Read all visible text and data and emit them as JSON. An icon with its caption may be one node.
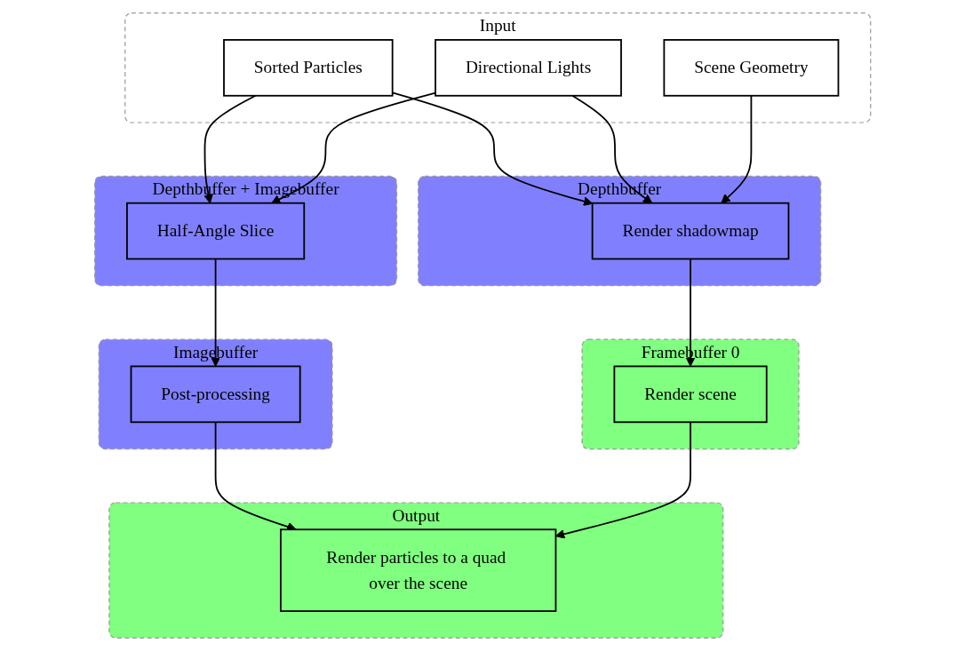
{
  "diagram": {
    "nodes": [
      {
        "text": [
          "Input"
        ]
      },
      {
        "text": [
          "Sorted Particles"
        ],
        "in": 0
      },
      {
        "text": [
          "Directional Lights"
        ],
        "in": 0
      },
      {
        "text": [
          "Scene Geometry"
        ],
        "in": 0
      },
      {
        "text": [
          "Depthbuffer + Imagebuffer"
        ]
      },
      {
        "text": [
          "Half-Angle Slice"
        ],
        "in": 4
      },
      {
        "text": [
          "Depthbuffer"
        ]
      },
      {
        "text": [
          "Render shadowmap"
        ],
        "in": 6
      },
      {
        "text": [
          "Imagebuffer"
        ]
      },
      {
        "text": [
          "Post-processing"
        ],
        "in": 8
      },
      {
        "text": [
          "Framebuffer 0"
        ]
      },
      {
        "text": [
          "Render scene"
        ],
        "in": 10
      },
      {
        "text": [
          "Output"
        ]
      },
      {
        "text": [
          "Render particles to a quad over the scene"
        ],
        "in": 12
      }
    ],
    "edges": [
      {
        "from": 1,
        "to": 5,
        "arrow": "to"
      },
      {
        "from": 1,
        "to": 7,
        "arrow": "to"
      },
      {
        "from": 2,
        "to": 5,
        "arrow": "to"
      },
      {
        "from": 2,
        "to": 7,
        "arrow": "to"
      },
      {
        "from": 3,
        "to": 7,
        "arrow": "to"
      },
      {
        "from": 5,
        "to": 9,
        "arrow": "to"
      },
      {
        "from": 7,
        "to": 11,
        "arrow": "to"
      },
      {
        "from": 9,
        "to": 13,
        "arrow": "to"
      },
      {
        "from": 11,
        "to": 13,
        "arrow": "to"
      }
    ]
  }
}
